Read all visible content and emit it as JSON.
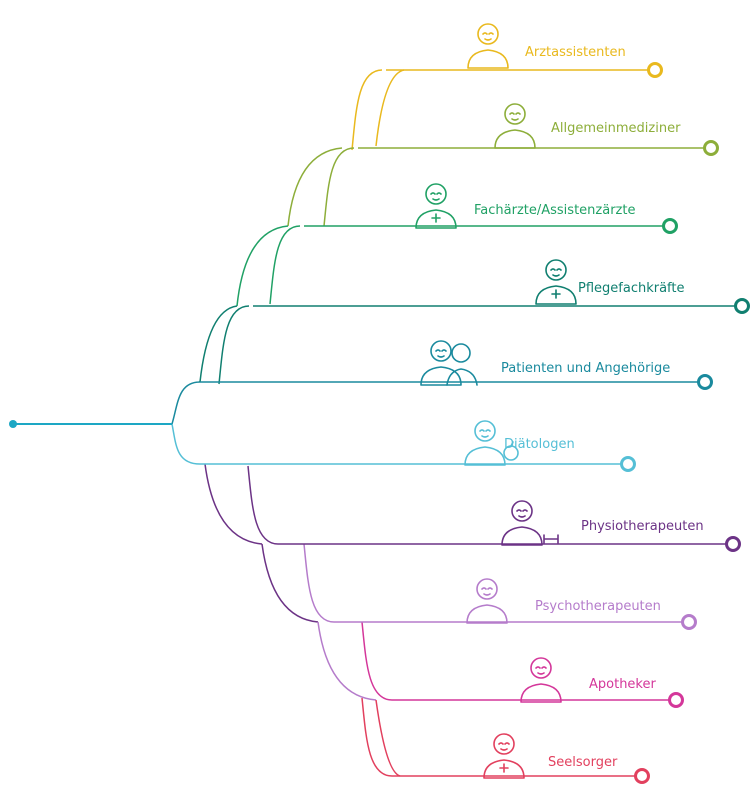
{
  "nodes": [
    {
      "label": "Arztassistenten",
      "color": "#E9B91E",
      "icon": "female-assistant-icon"
    },
    {
      "label": "Allgemeinmediziner",
      "color": "#8DAE3A",
      "icon": "doctor-stethoscope-icon"
    },
    {
      "label": "Fachärzte/Assistenzärzte",
      "color": "#20A165",
      "icon": "surgeon-head-mirror-icon"
    },
    {
      "label": "Pflegefachkräfte",
      "color": "#107F70",
      "icon": "nurse-cap-icon"
    },
    {
      "label": "Patienten und Angehörige",
      "color": "#1A8A9E",
      "icon": "patient-family-icon"
    },
    {
      "label": "Diätologen",
      "color": "#55BFD6",
      "icon": "dietitian-apple-icon"
    },
    {
      "label": "Physiotherapeuten",
      "color": "#6C3386",
      "icon": "physio-dumbbell-icon"
    },
    {
      "label": "Psychotherapeuten",
      "color": "#B57CCB",
      "icon": "psychotherapist-icon"
    },
    {
      "label": "Apotheker",
      "color": "#D4379A",
      "icon": "pharmacist-icon"
    },
    {
      "label": "Seelsorger",
      "color": "#E2405E",
      "icon": "chaplain-cross-icon"
    }
  ],
  "root": {
    "color": "#1DA7C4",
    "icon": "root-dot-icon"
  }
}
